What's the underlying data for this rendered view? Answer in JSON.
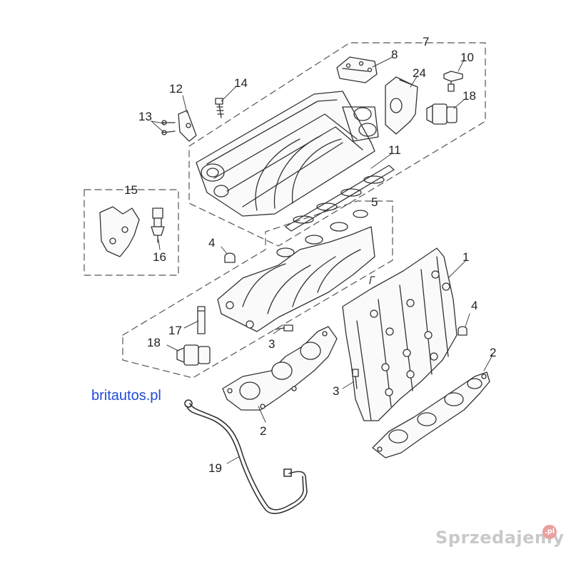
{
  "labels": [
    "1",
    "2",
    "2",
    "2",
    "3",
    "3",
    "4",
    "4",
    "5",
    "7",
    "8",
    "10",
    "11",
    "12",
    "13",
    "14",
    "15",
    "16",
    "17",
    "18",
    "18",
    "19",
    "24"
  ],
  "brand_text": "britautos.pl",
  "watermark": {
    "text": "Sprzedajemy",
    "badge": ".pl"
  },
  "colors": {
    "line": "#333333",
    "dash": "#555555",
    "brand": "#1f4bd6",
    "watermark": "#c9c9c9"
  }
}
